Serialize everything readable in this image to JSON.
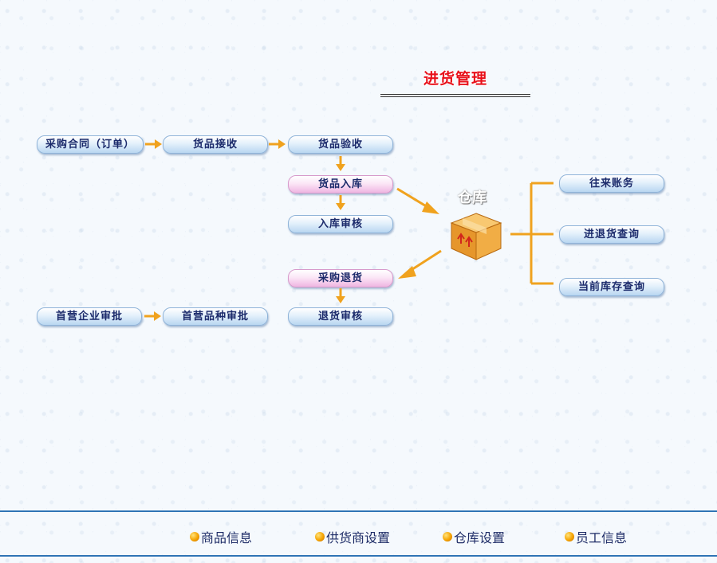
{
  "page": {
    "title": "进货管理"
  },
  "flow": {
    "purchase_contract": "采购合同（订单）",
    "goods_receive": "货品接收",
    "goods_inspect": "货品验收",
    "goods_stock_in": "货品入库",
    "stock_in_audit": "入库审核",
    "purchase_return": "采购退货",
    "return_audit": "退货审核",
    "first_enterprise_approval": "首营企业审批",
    "first_variety_approval": "首营品种审批"
  },
  "warehouse": {
    "label": "仓库",
    "icon": "package-box-icon"
  },
  "queries": {
    "accounts": "往来账务",
    "in_return_query": "进退货查询",
    "current_stock_query": "当前库存查询"
  },
  "footer": {
    "items": [
      "商品信息",
      "供货商设置",
      "仓库设置",
      "员工信息"
    ]
  },
  "colors": {
    "title": "#e8101a",
    "arrow": "#f0a21e",
    "button_text": "#1b2a6b",
    "footer_line": "#2f74b5"
  }
}
